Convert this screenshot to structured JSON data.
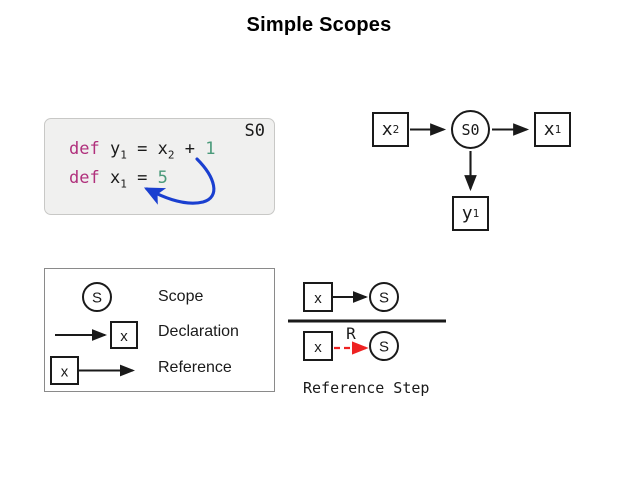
{
  "slide": {
    "title": "Simple Scopes"
  },
  "code_panel": {
    "scope_label": "S0",
    "lines": [
      {
        "keyword": "def",
        "name": "y",
        "name_sub": "1",
        "eq": "=",
        "rhs_var": "x",
        "rhs_sub": "2",
        "op": "+",
        "literal": "1"
      },
      {
        "keyword": "def",
        "name": "x",
        "name_sub": "1",
        "eq": "=",
        "literal": "5"
      }
    ],
    "arrow_color": "#1a3fd0",
    "keyword_color": "#b0307c",
    "literal_color": "#4a9a7a"
  },
  "graph": {
    "nodes": [
      {
        "id": "x2",
        "label": "x",
        "sub": "2",
        "shape": "box"
      },
      {
        "id": "s0",
        "label": "S0",
        "sub": "",
        "shape": "circle"
      },
      {
        "id": "x1",
        "label": "x",
        "sub": "1",
        "shape": "box"
      },
      {
        "id": "y1",
        "label": "y",
        "sub": "1",
        "shape": "box"
      }
    ],
    "edges": [
      {
        "from": "x2",
        "to": "s0"
      },
      {
        "from": "s0",
        "to": "x1"
      },
      {
        "from": "s0",
        "to": "y1"
      }
    ]
  },
  "legend": {
    "rows": [
      {
        "glyph": "S",
        "label": "Scope"
      },
      {
        "glyph": "x",
        "label": "Declaration"
      },
      {
        "glyph": "x",
        "label": "Reference"
      }
    ]
  },
  "rule": {
    "premise": {
      "box_label": "x",
      "circle_label": "S"
    },
    "conclusion": {
      "box_label": "x",
      "circle_label": "S",
      "edge_label": "R"
    },
    "caption": "Reference Step",
    "edge_color": "#ee2222"
  }
}
